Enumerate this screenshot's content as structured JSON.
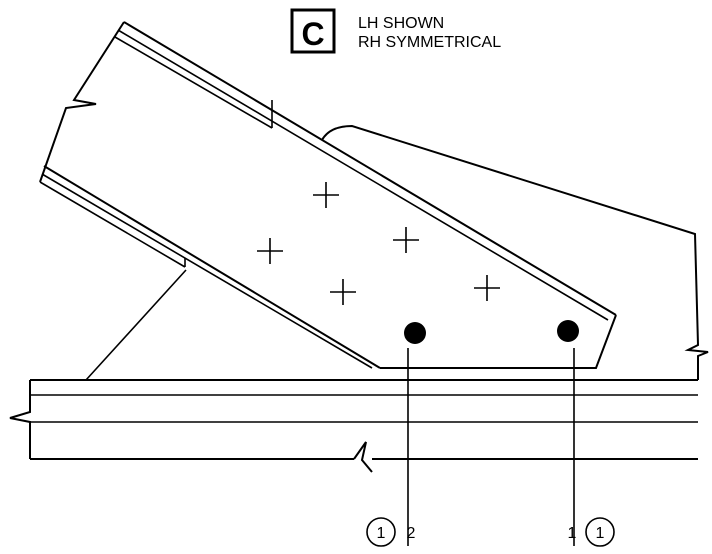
{
  "view": {
    "letter": "C",
    "note_line1": "LH SHOWN",
    "note_line2": "RH SYMMETRICAL"
  },
  "callouts": [
    {
      "circled": "1",
      "number": "2"
    },
    {
      "number": "1",
      "circled": "1"
    }
  ]
}
